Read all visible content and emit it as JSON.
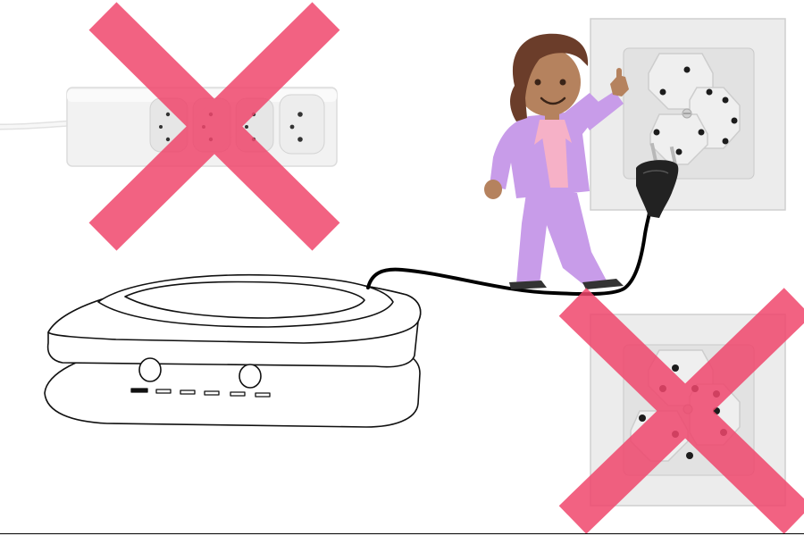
{
  "colors": {
    "background": "#ffffff",
    "forbidden_cross": "#f0476d",
    "power_strip_body": "#f1f1f1",
    "socket_plate": "#e9e9e9",
    "socket_hole": "#1c1c1c",
    "cable": "#000000",
    "person_suit": "#c89ce9",
    "person_shirt": "#f6b1c7",
    "person_skin": "#b5825e",
    "person_hair": "#6b3d2a",
    "person_shoes": "#333333",
    "plug_body": "#222222",
    "plug_pins": "#b8b8b8",
    "router_outline": "#111111"
  },
  "icons": {
    "power_strip": "power-strip-icon",
    "power_strip_cross": "forbidden-cross-icon",
    "wall_socket_top": "wall-socket-icon",
    "wall_socket_bottom": "wall-socket-icon",
    "wall_socket_bottom_cross": "forbidden-cross-icon",
    "router": "router-device-icon",
    "person": "person-pointing-icon",
    "plug": "power-plug-icon"
  },
  "states": {
    "power_strip": "not-allowed",
    "wall_socket_top": "allowed",
    "wall_socket_bottom": "not-allowed"
  }
}
